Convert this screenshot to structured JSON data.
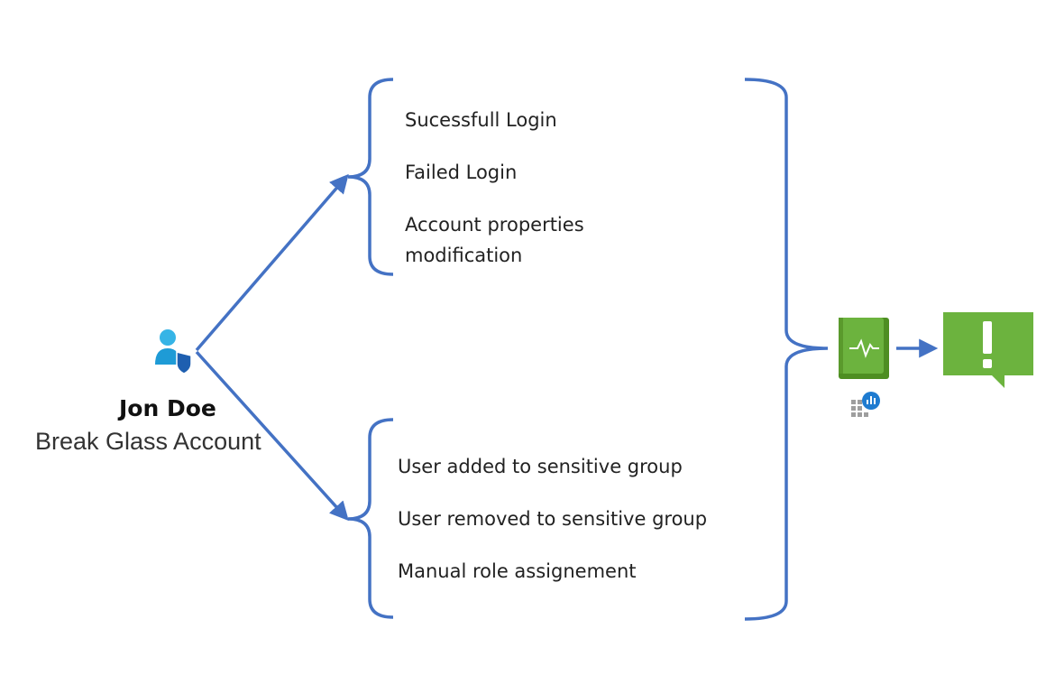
{
  "user": {
    "name": "Jon Doe",
    "role": "Break Glass Account",
    "icon": "admin-user-shield-icon"
  },
  "top_group": {
    "events": [
      "Sucessfull Login",
      "Failed Login",
      "Account properties",
      "modification"
    ]
  },
  "bottom_group": {
    "events": [
      "User added to sensitive group",
      "User removed to sensitive group",
      "Manual role assignement"
    ]
  },
  "pipeline": {
    "workbook_icon": "workbook-activity-icon",
    "analytics_icon": "log-analytics-icon",
    "alert_icon": "alert-exclamation-icon"
  },
  "colors": {
    "arrow": "#4472C4",
    "icon_green": "#6CB33E",
    "icon_green_dark": "#4E8E22",
    "icon_blue": "#1E7BD0"
  }
}
